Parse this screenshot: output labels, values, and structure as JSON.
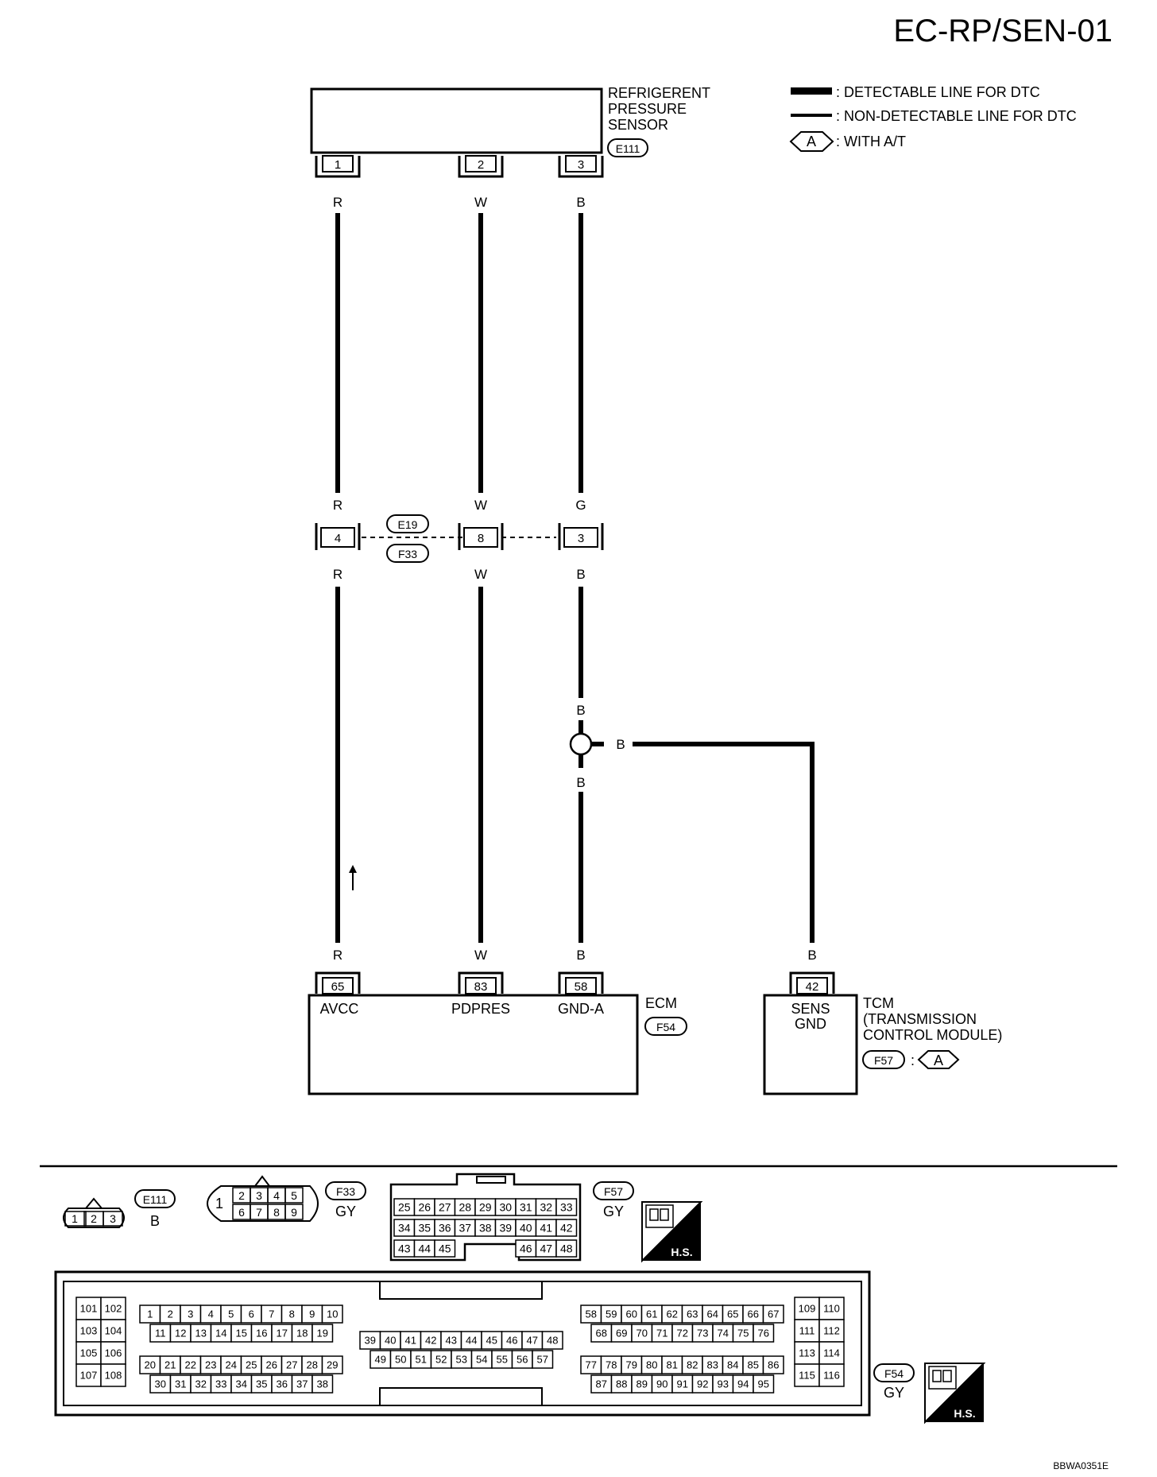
{
  "page": {
    "title": "EC-RP/SEN-01",
    "footer_code": "BBWA0351E"
  },
  "legend": {
    "detectable": ": DETECTABLE LINE FOR DTC",
    "non_detectable": ": NON-DETECTABLE LINE FOR DTC",
    "with_at_symbol": "A",
    "with_at": ": WITH A/T"
  },
  "sensor": {
    "name_lines": [
      "REFRIGERENT",
      "PRESSURE",
      "SENSOR"
    ],
    "connector": "E111",
    "pins": [
      "1",
      "2",
      "3"
    ],
    "wire_colors": [
      "R",
      "W",
      "B"
    ]
  },
  "junction": {
    "connector_top": "E19",
    "connector_bottom": "F33",
    "pins": [
      "4",
      "8",
      "3"
    ],
    "upper_colors": [
      "R",
      "W",
      "G"
    ],
    "lower_colors": [
      "R",
      "W",
      "B"
    ]
  },
  "splice": {
    "color_above": "B",
    "color_below": "B",
    "color_branch": "B"
  },
  "ecm": {
    "name": "ECM",
    "connector": "F54",
    "pins": [
      "65",
      "83",
      "58"
    ],
    "terminal_names": [
      "AVCC",
      "PDPRES",
      "GND-A"
    ],
    "wire_colors": [
      "R",
      "W",
      "B"
    ]
  },
  "tcm": {
    "name_lines": [
      "TCM",
      "(TRANSMISSION",
      "CONTROL MODULE)"
    ],
    "connector": "F57",
    "condition": "A",
    "pin": "42",
    "terminal_lines": [
      "SENS",
      "GND"
    ],
    "wire_color": "B"
  },
  "connector_views": {
    "e111": {
      "id": "E111",
      "color": "B",
      "pins": [
        "1",
        "2",
        "3"
      ]
    },
    "f33": {
      "id": "F33",
      "color": "GY",
      "pin_left": "1",
      "top_row": [
        "2",
        "3",
        "4",
        "5"
      ],
      "bottom_row": [
        "6",
        "7",
        "8",
        "9"
      ]
    },
    "f57": {
      "id": "F57",
      "color": "GY",
      "rows": [
        [
          "25",
          "26",
          "27",
          "28",
          "29",
          "30",
          "31",
          "32",
          "33"
        ],
        [
          "34",
          "35",
          "36",
          "37",
          "38",
          "39",
          "40",
          "41",
          "42"
        ],
        [
          "43",
          "44",
          "45",
          "46",
          "47",
          "48"
        ]
      ]
    },
    "f54": {
      "id": "F54",
      "color": "GY",
      "left_block": [
        [
          "101",
          "102"
        ],
        [
          "103",
          "104"
        ],
        [
          "105",
          "106"
        ],
        [
          "107",
          "108"
        ]
      ],
      "group1_top": [
        "1",
        "2",
        "3",
        "4",
        "5",
        "6",
        "7",
        "8",
        "9",
        "10"
      ],
      "group1_bottom": [
        "11",
        "12",
        "13",
        "14",
        "15",
        "16",
        "17",
        "18",
        "19"
      ],
      "group2_top": [
        "20",
        "21",
        "22",
        "23",
        "24",
        "25",
        "26",
        "27",
        "28",
        "29"
      ],
      "group2_bottom": [
        "30",
        "31",
        "32",
        "33",
        "34",
        "35",
        "36",
        "37",
        "38"
      ],
      "center_top": [
        "39",
        "40",
        "41",
        "42",
        "43",
        "44",
        "45",
        "46",
        "47",
        "48"
      ],
      "center_bottom": [
        "49",
        "50",
        "51",
        "52",
        "53",
        "54",
        "55",
        "56",
        "57"
      ],
      "group3_top": [
        "58",
        "59",
        "60",
        "61",
        "62",
        "63",
        "64",
        "65",
        "66",
        "67"
      ],
      "group3_bottom": [
        "68",
        "69",
        "70",
        "71",
        "72",
        "73",
        "74",
        "75",
        "76"
      ],
      "group4_top": [
        "77",
        "78",
        "79",
        "80",
        "81",
        "82",
        "83",
        "84",
        "85",
        "86"
      ],
      "group4_bottom": [
        "87",
        "88",
        "89",
        "90",
        "91",
        "92",
        "93",
        "94",
        "95"
      ],
      "right_block": [
        [
          "109",
          "110"
        ],
        [
          "111",
          "112"
        ],
        [
          "113",
          "114"
        ],
        [
          "115",
          "116"
        ]
      ]
    },
    "hs_label": "H.S."
  }
}
